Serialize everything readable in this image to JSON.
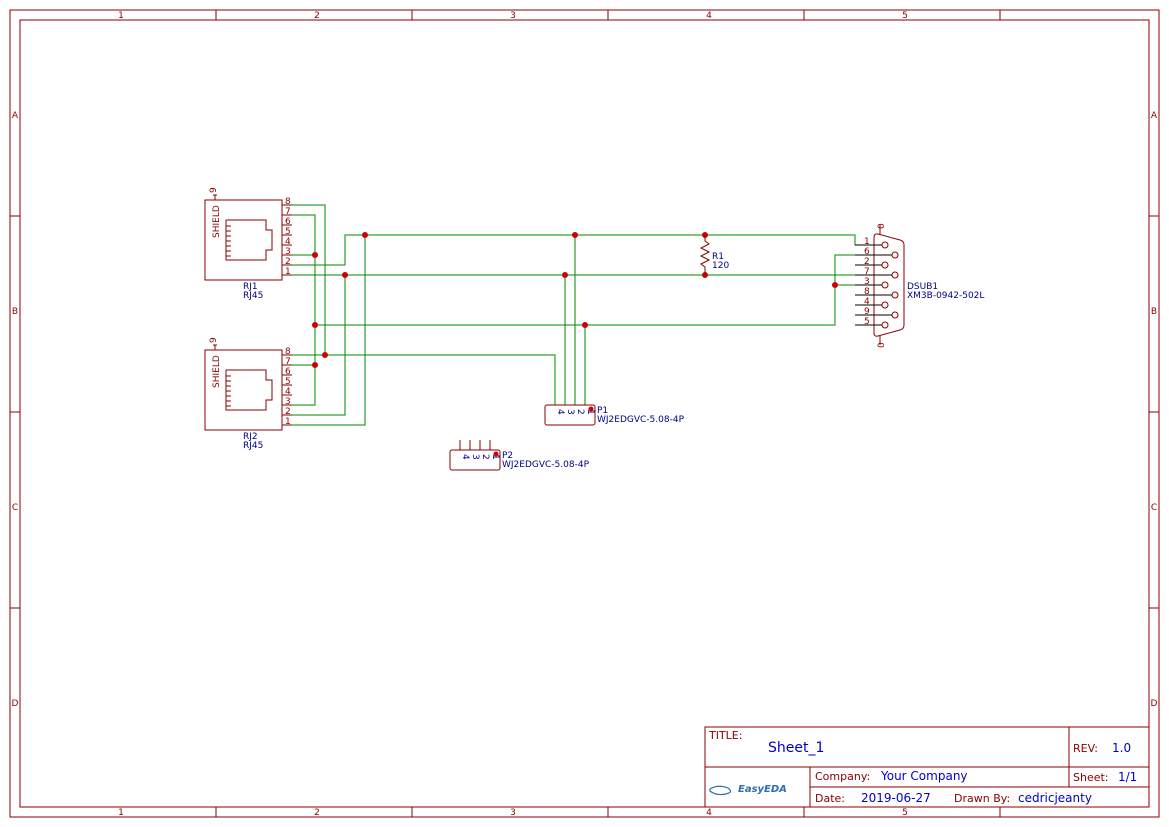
{
  "frame": {
    "columns": [
      "1",
      "2",
      "3",
      "4",
      "5"
    ],
    "rows": [
      "A",
      "B",
      "C",
      "D"
    ]
  },
  "components": {
    "rj1": {
      "ref": "RJ1",
      "value": "RJ45",
      "shield": "SHIELD",
      "shield_pin": "9",
      "pins": [
        "8",
        "7",
        "6",
        "5",
        "4",
        "3",
        "2",
        "1"
      ]
    },
    "rj2": {
      "ref": "RJ2",
      "value": "RJ45",
      "shield": "SHIELD",
      "shield_pin": "9",
      "pins": [
        "8",
        "7",
        "6",
        "5",
        "4",
        "3",
        "2",
        "1"
      ]
    },
    "r1": {
      "ref": "R1",
      "value": "120"
    },
    "dsub1": {
      "ref": "DSUB1",
      "value": "XM3B-0942-502L",
      "pins": [
        "1",
        "6",
        "2",
        "7",
        "3",
        "8",
        "4",
        "9",
        "5"
      ],
      "shell_top": "0",
      "shell_bottom": "0"
    },
    "p1": {
      "ref": "P1",
      "value": "WJ2EDGVC-5.08-4P",
      "pins": [
        "4",
        "3",
        "2",
        "1"
      ]
    },
    "p2": {
      "ref": "P2",
      "value": "WJ2EDGVC-5.08-4P",
      "pins": [
        "4",
        "3",
        "2",
        "1"
      ]
    }
  },
  "title_block": {
    "title_label": "TITLE:",
    "title": "Sheet_1",
    "rev_label": "REV:",
    "rev": "1.0",
    "company_label": "Company:",
    "company": "Your Company",
    "sheet_label": "Sheet:",
    "sheet": "1/1",
    "date_label": "Date:",
    "date": "2019-06-27",
    "drawn_label": "Drawn By:",
    "drawn_by": "cedricjeanty",
    "logo": "EasyEDA"
  }
}
